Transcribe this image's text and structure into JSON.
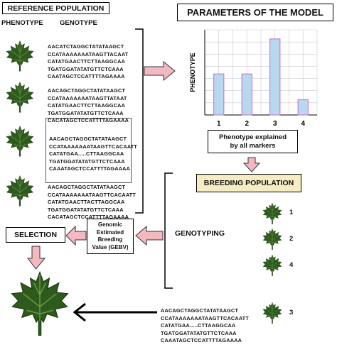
{
  "reference": {
    "title": "REFERENCE POPULATION",
    "phenotype_header": "PHENOTYPE",
    "genotype_header": "GENOTYPE",
    "genotypes": [
      [
        "AACATCTAGGCTATATAAGCT",
        "CCATAAAAAAATAAGTTACAAT",
        "CATATGAACTTCTTAAGGCAA",
        "TGATGGATATATGTTCTCAAA",
        "CAATAGCTCCATTTTAGAAAA"
      ],
      [
        "AACAGCTAGGCTATATAAGCT",
        "CCATAAAAAAATAAGTTATAAT",
        "CATATGAACTTCTTAAGGCAA",
        "TGATGGATATATGTTCTCAAA",
        "CACATAGCTCCATTTTAGAAAA"
      ],
      [
        "AACAGCTAGGCTATATAAGCT",
        "CCATAAAAAAATAAGTTCACAATT",
        "CATATGAA.....CTTAAGGCAA",
        "TGATGGATATATGTTCTCAAA",
        "CAAATAGCTCCATTTTAGAAAA"
      ],
      [
        "AACAGCTAGGCTATATAAGCT",
        "CCATAAAAAAATAAGTTCACAATT",
        "CATATGAACTTACTTAGGCAA",
        "TGATGGATATATGTTCTCAAA",
        "CACATAGCTCCATTTTAGAAAA"
      ]
    ]
  },
  "model": {
    "title": "PARAMETERS OF THE MODEL",
    "explained": [
      "Phenotype explained",
      "by all markers"
    ]
  },
  "chart_data": {
    "type": "bar",
    "categories": [
      "1",
      "2",
      "3",
      "4"
    ],
    "values": [
      2.7,
      2.7,
      5.0,
      1.0
    ],
    "ylabel": "PHENOTYPE",
    "xlabel": "",
    "ylim": [
      0,
      5.6
    ],
    "grid": true,
    "bar_color": "#b8d8ef",
    "bar_edge": "#cc66cc"
  },
  "breeding": {
    "title": "BREEDING POPULATION",
    "numbers": [
      "1",
      "2",
      "4",
      "3"
    ]
  },
  "genotyping": {
    "label": "GENOTYPING"
  },
  "gebv": {
    "lines": [
      "Genomic",
      "Estimated",
      "Breeding",
      "Value (GEBV)"
    ]
  },
  "selection": {
    "label": "SELECTION"
  },
  "bottom_genotype": [
    "AACAGCTAGGCTATATAAGCT",
    "CCATAAAAAAATAAGTTCACAATT",
    "CATATGAA.....CTTAAGGCAA",
    "TGATGGATATATGTTCTCAAA",
    "CAAATAGCTCCATTTTAGAAAA"
  ],
  "colors": {
    "arrow_fill": "#f4b8c0",
    "arrow_stroke": "#333333",
    "breeding_box": "#f6ecc4",
    "leaf_dark": "#2f5a1e",
    "leaf_light": "#6ea04a"
  }
}
